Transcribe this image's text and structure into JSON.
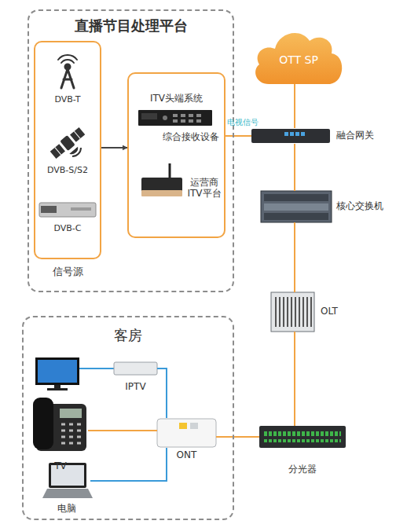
{
  "diagram": {
    "nodes": [
      {
        "text": [
          "直播节目处理平台"
        ]
      },
      {
        "text": [
          "信号源"
        ],
        "in": 0
      },
      {
        "text": [
          "DVB-T"
        ],
        "in": 1
      },
      {
        "text": [
          "DVB-S/S2"
        ],
        "in": 1
      },
      {
        "text": [
          "DVB-C"
        ],
        "in": 1
      },
      {
        "text": [
          "ITV头端系统"
        ],
        "in": 0
      },
      {
        "text": [
          "综合接收设备"
        ],
        "in": 5
      },
      {
        "text": [
          "运营商 ITV平台"
        ],
        "in": 5
      },
      {
        "text": [
          "OTT SP"
        ]
      },
      {
        "text": [
          "融合网关"
        ]
      },
      {
        "text": [
          "核心交换机"
        ]
      },
      {
        "text": [
          "OLT"
        ]
      },
      {
        "text": [
          "客房"
        ]
      },
      {
        "text": [
          "IPTV"
        ],
        "in": 12
      },
      {
        "text": [
          "TV"
        ],
        "in": 12
      },
      {
        "text": [
          "ONT"
        ],
        "in": 12
      },
      {
        "text": [
          "电脑"
        ],
        "in": 12
      },
      {
        "text": [
          "分光器"
        ]
      }
    ],
    "edges": [
      {
        "from": 1,
        "to": 5,
        "arrow": "to"
      },
      {
        "from": 5,
        "to": 9,
        "label": "电视信号",
        "arrow": "none"
      },
      {
        "from": 8,
        "to": 9,
        "arrow": "none"
      },
      {
        "from": 9,
        "to": 10,
        "arrow": "none"
      },
      {
        "from": 10,
        "to": 11,
        "arrow": "none"
      },
      {
        "from": 11,
        "to": 17,
        "arrow": "none"
      },
      {
        "from": 17,
        "to": 15,
        "arrow": "none"
      },
      {
        "from": 15,
        "to": 14,
        "arrow": "none"
      },
      {
        "from": 15,
        "to": 13,
        "arrow": "none"
      },
      {
        "from": 15,
        "to": 16,
        "arrow": "none"
      }
    ]
  }
}
